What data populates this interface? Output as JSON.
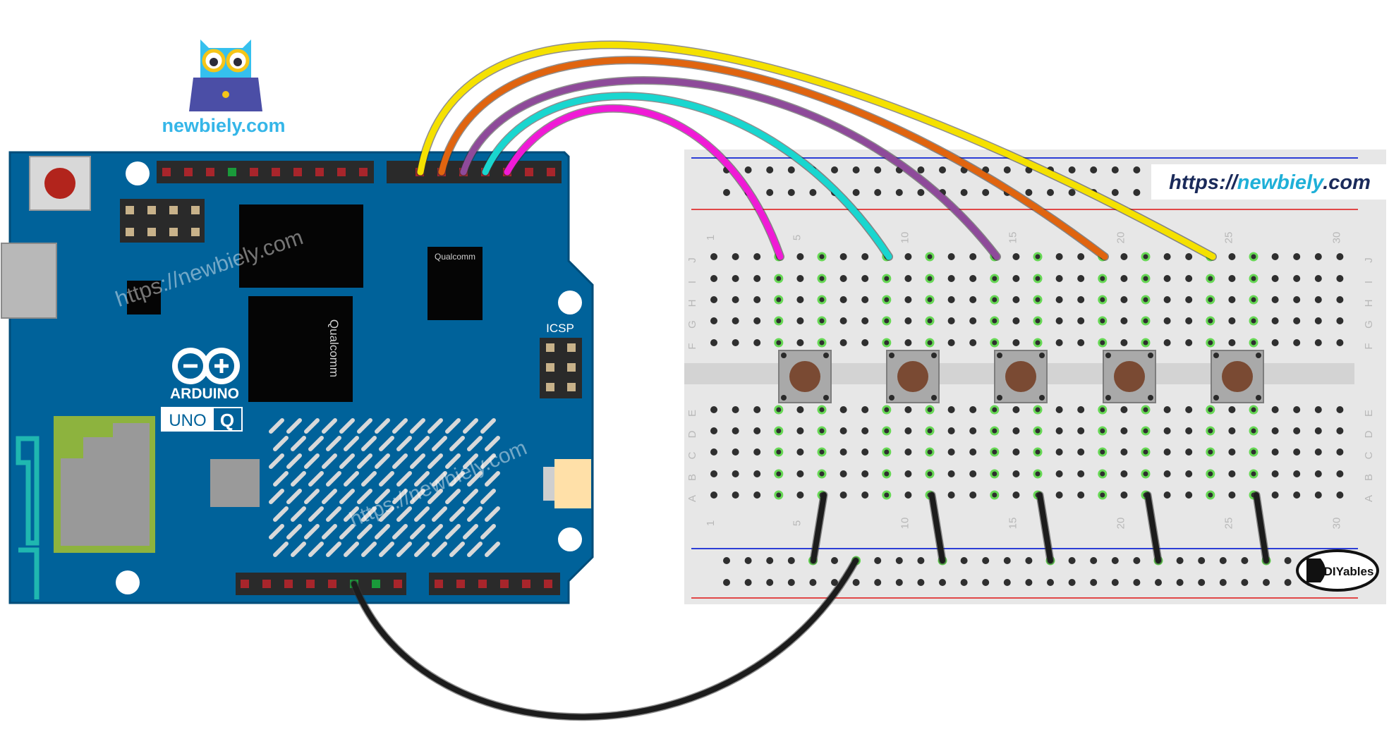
{
  "branding": {
    "site_logo_text": "newbiely.com",
    "watermark": "https://newbiely.com",
    "url_label": {
      "prefix": "https://",
      "name": "newbiely",
      "suffix": ".com"
    },
    "diy_logo": "DIYables"
  },
  "board": {
    "brand": "ARDUINO",
    "model": "UNO",
    "model_suffix": "Q",
    "icsp_label": "ICSP",
    "chip_label": "Qualcomm"
  },
  "breadboard": {
    "column_numbers": [
      "1",
      "5",
      "10",
      "15",
      "20",
      "25",
      "30"
    ],
    "row_letters_top": [
      "J",
      "I",
      "H",
      "G",
      "F"
    ],
    "row_letters_bottom": [
      "E",
      "D",
      "C",
      "B",
      "A"
    ]
  },
  "wires": [
    {
      "name": "wire-yellow",
      "color": "#f5e100"
    },
    {
      "name": "wire-orange",
      "color": "#e0640f"
    },
    {
      "name": "wire-purple",
      "color": "#8e4a9a"
    },
    {
      "name": "wire-cyan",
      "color": "#19d6cf"
    },
    {
      "name": "wire-magenta",
      "color": "#f01ad6"
    },
    {
      "name": "wire-ground",
      "color": "#1c1c1c"
    }
  ],
  "colors": {
    "board_blue": "#00629a",
    "board_edge": "#004d7a",
    "breadboard_body": "#e7e7e7",
    "hole_active": "#67d855",
    "rail_blue": "#2d3ed6",
    "rail_red": "#e04848"
  }
}
